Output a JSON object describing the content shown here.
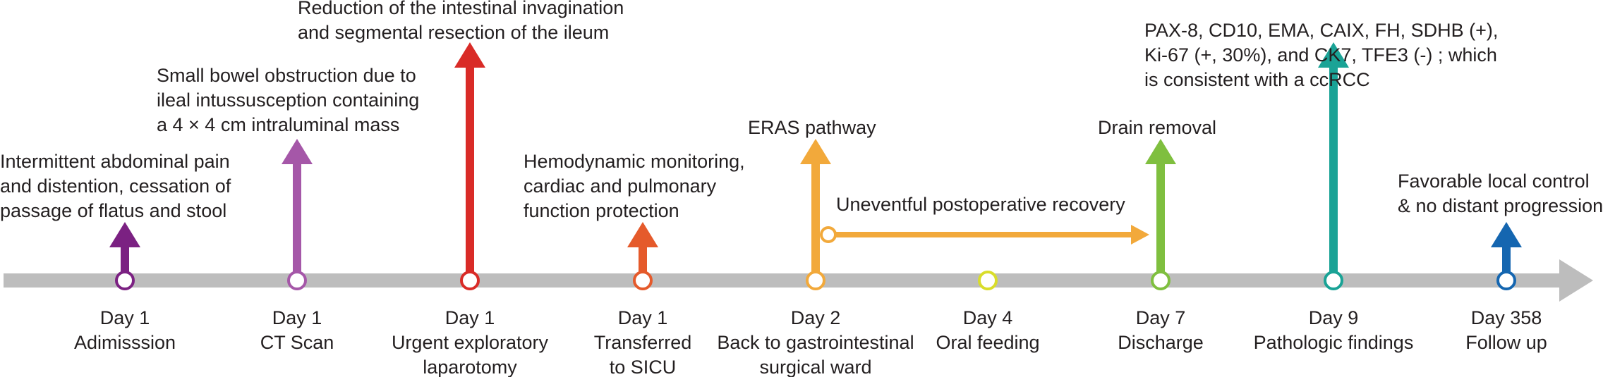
{
  "colors": {
    "axis": "#bdbdbd",
    "text": "#231f20"
  },
  "events": [
    {
      "day": "Day 1",
      "label_lines": [
        "Adimisssion"
      ],
      "color": "#7b2182",
      "arrow": "short",
      "description_lines": [
        "Intermittent abdominal pain",
        "and distention, cessation of",
        "passage of flatus and stool"
      ]
    },
    {
      "day": "Day 1",
      "label_lines": [
        "CT Scan"
      ],
      "color": "#a557a8",
      "arrow": "medium",
      "description_lines": [
        "Small bowel obstruction due to",
        "ileal intussusception containing",
        "a 4 × 4 cm intraluminal mass"
      ]
    },
    {
      "day": "Day 1",
      "label_lines": [
        "Urgent exploratory",
        "laparotomy"
      ],
      "color": "#d92b27",
      "arrow": "tall",
      "description_lines": [
        "Reduction of the intestinal invagination",
        "and segmental resection of the ileum"
      ]
    },
    {
      "day": "Day 1",
      "label_lines": [
        "Transferred",
        "to SICU"
      ],
      "color": "#e55a2b",
      "arrow": "short",
      "description_lines": [
        "Hemodynamic monitoring,",
        "cardiac and pulmonary",
        "function protection"
      ]
    },
    {
      "day": "Day 2",
      "label_lines": [
        "Back to gastrointestinal",
        "surgical ward"
      ],
      "color": "#f2a93b",
      "arrow": "medium",
      "description_lines": [
        "ERAS pathway"
      ]
    },
    {
      "day": "Day 4",
      "label_lines": [
        "Oral feeding"
      ],
      "color": "#d9dd2b",
      "arrow": "none",
      "description_lines": []
    },
    {
      "day": "Day 7",
      "label_lines": [
        "Discharge"
      ],
      "color": "#7fbf3f",
      "arrow": "medium",
      "description_lines": [
        "Drain removal"
      ]
    },
    {
      "day": "Day 9",
      "label_lines": [
        "Pathologic findings"
      ],
      "color": "#1aa396",
      "arrow": "tall",
      "description_lines": [
        "PAX-8, CD10, EMA, CAIX, FH, SDHB (+),",
        "Ki-67 (+, 30%), and CK7, TFE3 (-) ; which",
        "is consistent with a ccRCC"
      ]
    },
    {
      "day": "Day 358",
      "label_lines": [
        "Follow up"
      ],
      "color": "#1566b0",
      "arrow": "short",
      "description_lines": [
        "Favorable local control",
        "& no distant progression"
      ]
    }
  ],
  "recovery_span": {
    "text": "Uneventful postoperative recovery",
    "color": "#f2a93b",
    "from_event": 4,
    "to_event": 6
  }
}
